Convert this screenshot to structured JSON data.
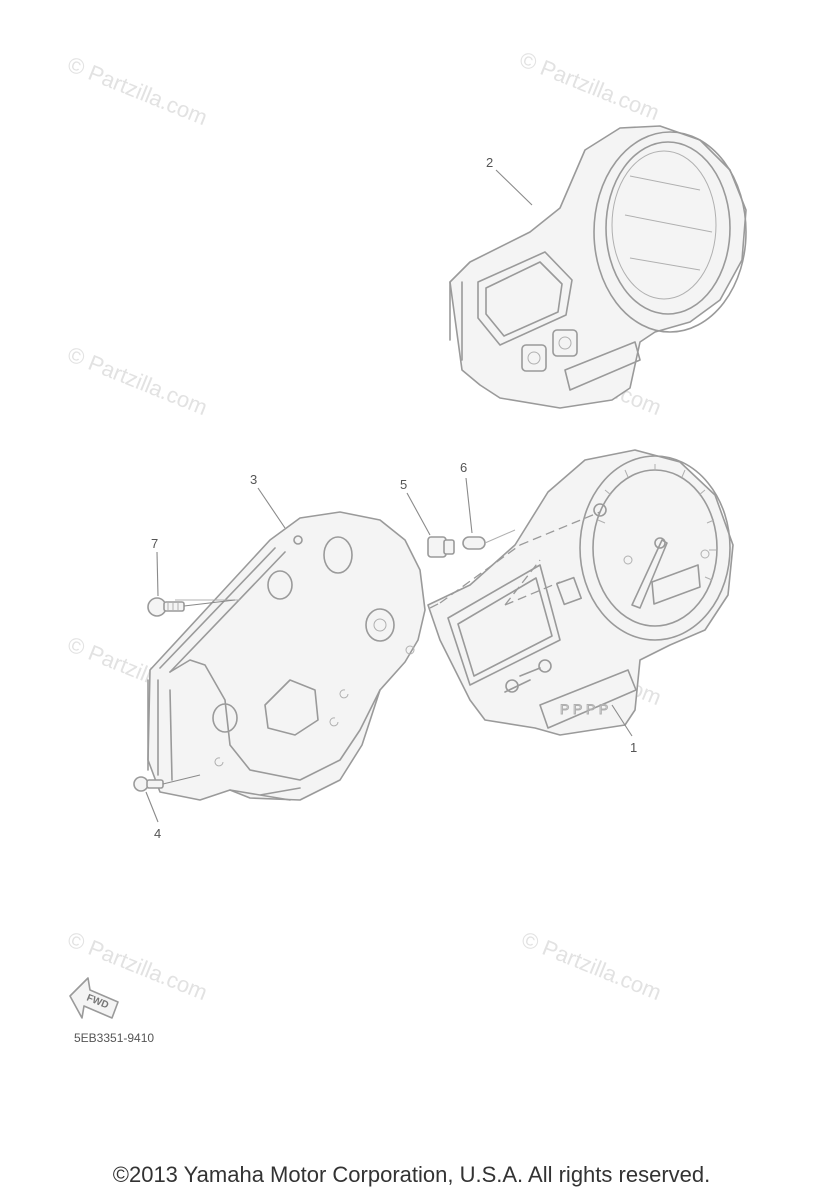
{
  "watermark": "© Partzilla.com",
  "callouts": {
    "c1": "1",
    "c2": "2",
    "c3": "3",
    "c4": "4",
    "c5": "5",
    "c6": "6",
    "c7": "7"
  },
  "fwd_label": "FWD",
  "diagram_code": "5EB3351-9410",
  "copyright": "©2013 Yamaha Motor Corporation, U.S.A. All rights reserved."
}
